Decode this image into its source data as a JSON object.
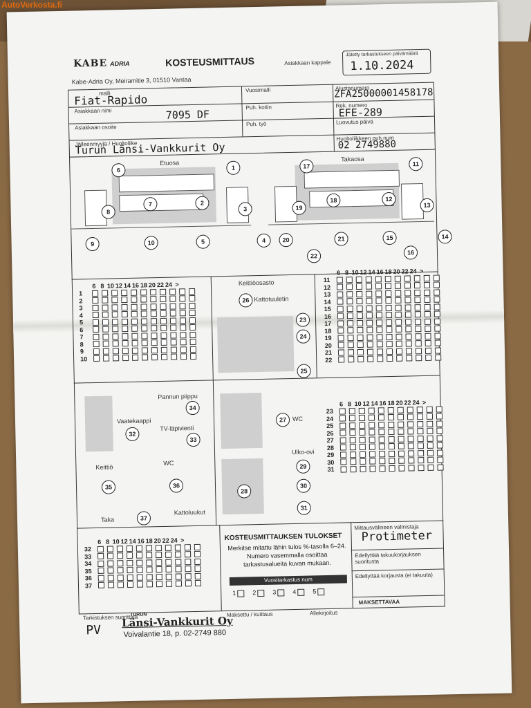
{
  "watermark": "AutoVerkosta.fi",
  "header": {
    "brand1": "KABE",
    "brand2": "ADRIA",
    "title": "KOSTEUSMITTAUS",
    "client_copy": "Asiakkaan kappale",
    "address": "Kabe-Adria Oy, Meiramitie 3, 01510 Vantaa",
    "next_check_label": "Jätetty tarkastukseen päivämäärä",
    "next_check_value": "1.10.2024"
  },
  "form": {
    "model_label": "malli",
    "model_value": "Fiat-Rapido",
    "year_label": "Vuosimalli",
    "chassis_label": "Alustanumero",
    "chassis_value": "ZFA25000001458178",
    "customer_label": "Asiakkaan nimi",
    "customer_value": "7095 DF",
    "phone_home_label": "Puh. kotiin",
    "reg_label": "Rek. numero",
    "reg_value": "EFE-289",
    "address_label": "Asiakkaan osoite",
    "phone_work_label": "Puh. työ",
    "delivery_label": "Luovutus päivä",
    "dealer_label": "Jälleenmyyjä / Huoltoliike",
    "dealer_value": "Turun Länsi-Vankkurit Oy",
    "dealer_phone_label": "Huoltoliikkeen puh.num",
    "dealer_phone_value": "02 2749880"
  },
  "diagram": {
    "front_label": "Etuosa",
    "rear_label": "Takaosa",
    "kitchen_label": "Keittiöosasto",
    "roof_vent_label": "Kattotuuletin"
  },
  "grid_header": [
    "6",
    "8",
    "10",
    "12",
    "14",
    "16",
    "18",
    "20",
    "22",
    "24",
    ">"
  ],
  "grid_a": [
    "1",
    "2",
    "3",
    "4",
    "5",
    "6",
    "7",
    "8",
    "9",
    "10"
  ],
  "grid_b": [
    "11",
    "12",
    "13",
    "14",
    "15",
    "16",
    "17",
    "18",
    "19",
    "20",
    "21",
    "22"
  ],
  "grid_c": [
    "23",
    "24",
    "25",
    "26",
    "27",
    "28",
    "29",
    "30",
    "31"
  ],
  "grid_d": [
    "32",
    "33",
    "34",
    "35",
    "36",
    "37"
  ],
  "labels": {
    "pan_chimney": "Pannun piippu",
    "wardrobe": "Vaatekaappi",
    "tv": "TV-läpivienti",
    "wc": "WC",
    "door": "Ulko-ovi",
    "kitchen": "Keittiö",
    "wc2": "WC",
    "rear": "Taka",
    "roof_hatch": "Kattoluukut"
  },
  "results": {
    "title": "KOSTEUSMITTAUKSEN TULOKSET",
    "text": "Merkitse mitattu lähin tulos %-tasolla 6–24. Numero vasemmalla osoittaa tarkastusalueita kuvan mukaan.",
    "year_title": "Vuositarkastus num",
    "years": [
      "1",
      "2",
      "3",
      "4",
      "5"
    ]
  },
  "right_col": {
    "meter_label": "Mittausvälineen valmistaja",
    "meter_value": "Protimeter",
    "warranty_ok": "Edellyttää takuukorjauksen suoritusta",
    "warranty_repair": "Edellyttää korjausta (ei takuuta)",
    "paid": "MAKSETTAVAA"
  },
  "footer": {
    "inspector_label": "Tarkistuksen suorittaja",
    "inspector_value": "PV",
    "stamp_small": "TURUN",
    "stamp_big": "Länsi-Vankkurit Oy",
    "stamp_addr": "Voivalantie 18, p. 02-2749 880",
    "stamp_label": "Maksettu / kuittaus",
    "sign_label": "Allekirjoitus"
  }
}
